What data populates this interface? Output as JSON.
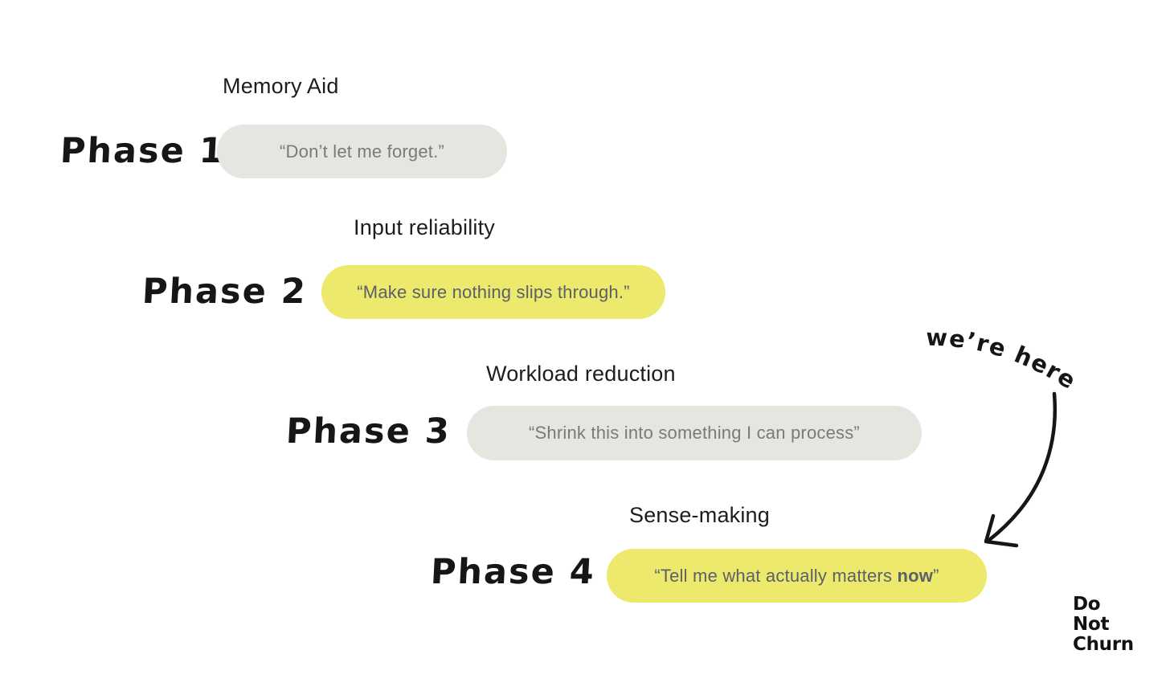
{
  "phases": [
    {
      "name": "Phase 1",
      "title": "Memory Aid",
      "quote_prefix": "“Don’t let me forget.”",
      "quote_bold": "",
      "quote_suffix": "",
      "pill_color": "#e6e5df"
    },
    {
      "name": "Phase 2",
      "title": "Input reliability",
      "quote_prefix": "“Make sure nothing slips through.”",
      "quote_bold": "",
      "quote_suffix": "",
      "pill_color": "#ece96c"
    },
    {
      "name": "Phase 3",
      "title": "Workload reduction",
      "quote_prefix": "“Shrink this into something I can process”",
      "quote_bold": "",
      "quote_suffix": "",
      "pill_color": "#e6e5df"
    },
    {
      "name": "Phase 4",
      "title": "Sense-making",
      "quote_prefix": "“Tell me what actually matters ",
      "quote_bold": "now",
      "quote_suffix": "”",
      "pill_color": "#ece96c"
    }
  ],
  "annotation": {
    "text": "we’re here"
  },
  "logo": {
    "line1": "Do",
    "line2": "Not",
    "line3": "Churn"
  },
  "colors": {
    "background": "#ffffff",
    "gray_pill": "#e6e5df",
    "yellow_pill": "#ece96c",
    "gray_pill_text": "#7b7a74",
    "yellow_pill_text": "#5b606a",
    "heading_text": "#1d1d1d",
    "ink": "#161616"
  }
}
